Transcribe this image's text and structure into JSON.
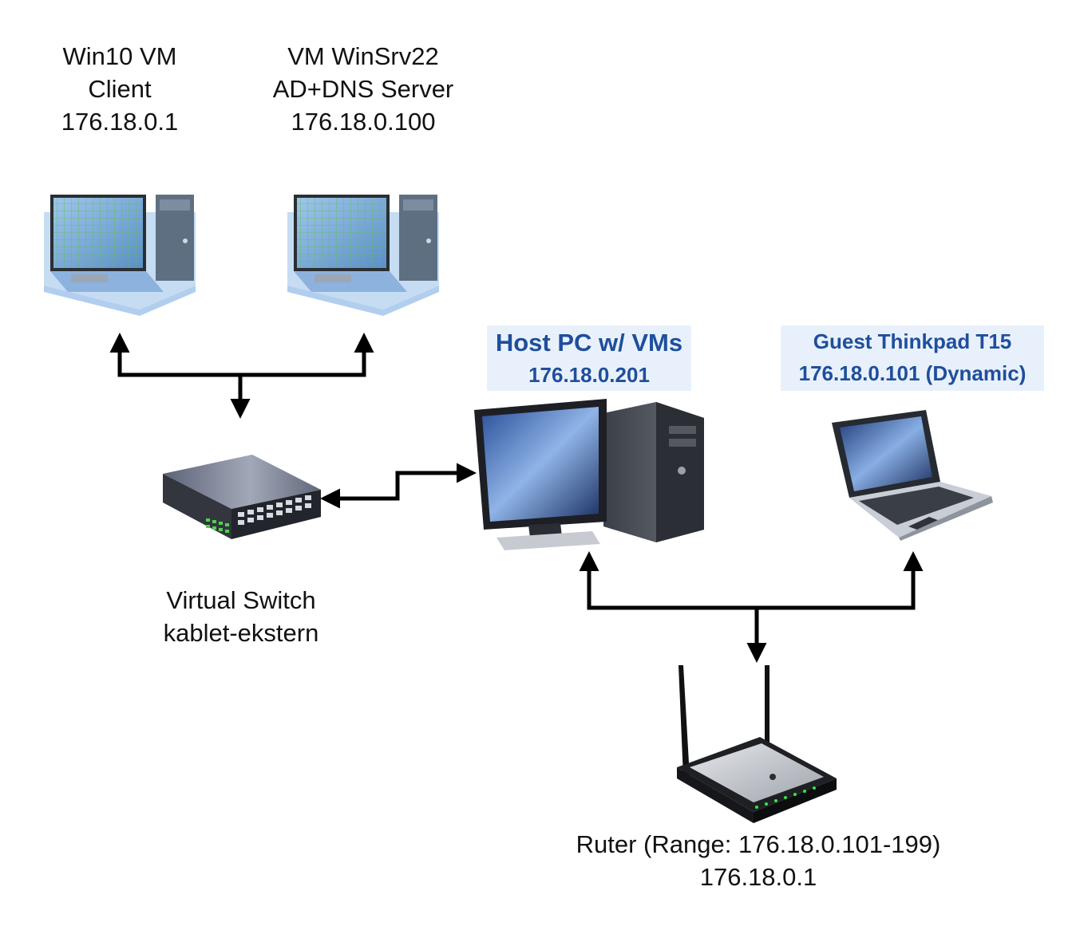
{
  "nodes": {
    "win10_vm": {
      "lines": [
        "Win10 VM",
        "Client",
        "176.18.0.1"
      ]
    },
    "winsrv22_vm": {
      "lines": [
        "VM WinSrv22",
        "AD+DNS Server",
        "176.18.0.100"
      ]
    },
    "virtual_switch": {
      "lines": [
        "Virtual Switch",
        "kablet-ekstern"
      ]
    },
    "host_pc": {
      "lines": [
        "Host PC w/ VMs",
        "176.18.0.201"
      ]
    },
    "guest_laptop": {
      "lines": [
        "Guest Thinkpad T15",
        "176.18.0.101 (Dynamic)"
      ]
    },
    "router": {
      "lines": [
        "Ruter (Range: 176.18.0.101-199)",
        "176.18.0.1"
      ]
    }
  },
  "colors": {
    "highlight_bg": "#e8f1fb",
    "highlight_text": "#1f4e9c",
    "connector": "#000000"
  },
  "icons": {
    "win10_vm": "virtual-machine-icon",
    "winsrv22_vm": "virtual-machine-icon",
    "virtual_switch": "network-switch-icon",
    "host_pc": "desktop-computer-icon",
    "guest_laptop": "laptop-icon",
    "router": "wireless-router-icon"
  }
}
